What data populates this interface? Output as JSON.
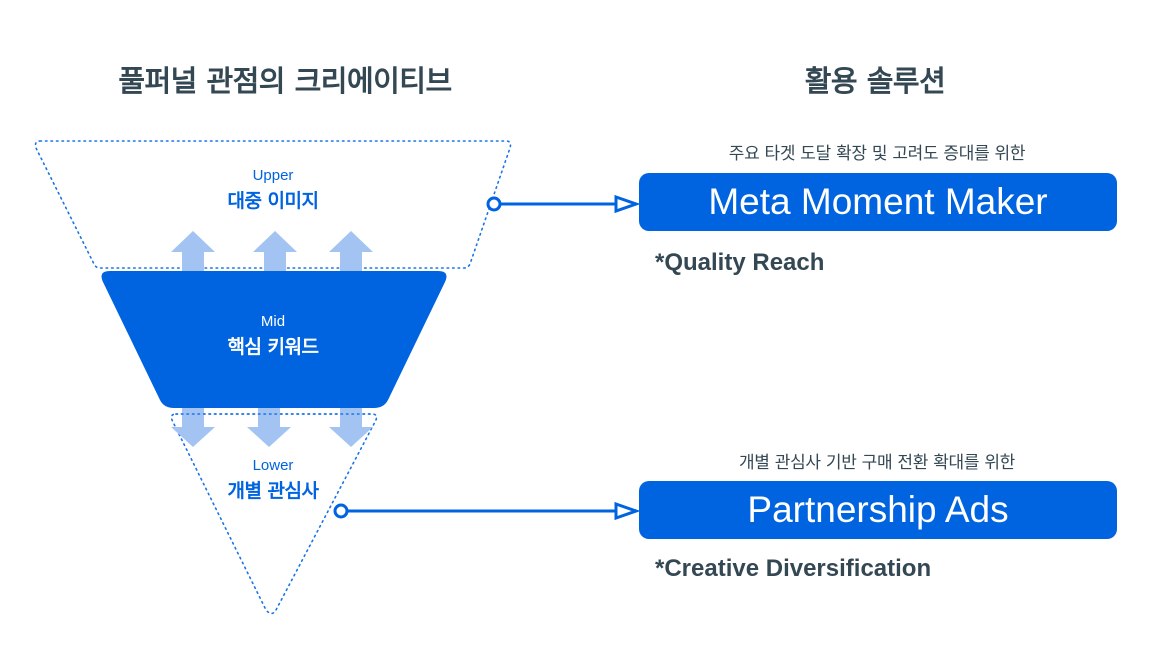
{
  "headings": {
    "left": "풀퍼널 관점의 크리에이티브",
    "right": "활용 솔루션"
  },
  "funnel": {
    "upper": {
      "en": "Upper",
      "ko": "대중 이미지"
    },
    "mid": {
      "en": "Mid",
      "ko": "핵심 키워드"
    },
    "lower": {
      "en": "Lower",
      "ko": "개별 관심사"
    }
  },
  "solutions": [
    {
      "caption": "주요 타겟 도달 확장 및 고려도 증대를 위한",
      "name": "Meta Moment Maker",
      "note": "*Quality Reach",
      "linked_stage": "upper"
    },
    {
      "caption": "개별 관심사 기반 구매 전환 확대를 위한",
      "name": "Partnership Ads",
      "note": "*Creative Diversification",
      "linked_stage": "lower"
    }
  ],
  "colors": {
    "primary": "#0064e0",
    "arrow_light": "#a3c4f3",
    "heading_text": "#344854",
    "dotted_outline": "#1a73e8"
  }
}
